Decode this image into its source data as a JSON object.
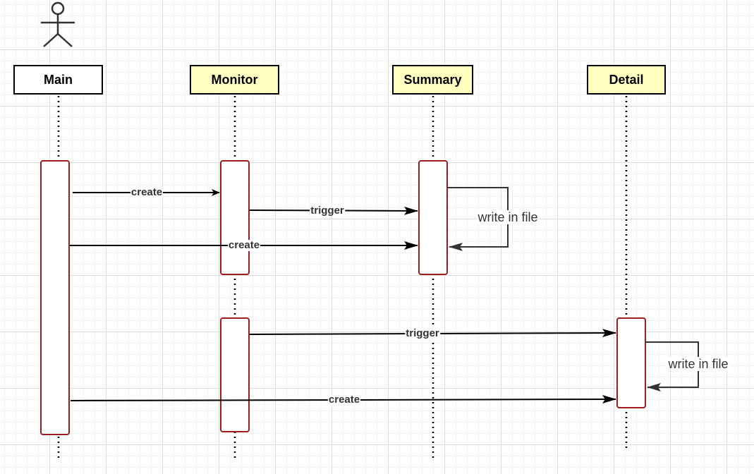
{
  "participants": {
    "main": {
      "label": "Main",
      "fill": "#ffffff"
    },
    "monitor": {
      "label": "Monitor",
      "fill": "#ffffc0"
    },
    "summary": {
      "label": "Summary",
      "fill": "#ffffc0"
    },
    "detail": {
      "label": "Detail",
      "fill": "#ffffc0"
    }
  },
  "actor": {
    "icon": "stick-figure-icon",
    "label": ""
  },
  "messages": [
    {
      "from": "Main",
      "to": "Monitor",
      "label": "create"
    },
    {
      "from": "Monitor",
      "to": "Summary",
      "label": "trigger"
    },
    {
      "from": "Main",
      "to": "Summary",
      "label": "create"
    },
    {
      "from": "Summary",
      "to": "Summary",
      "label": "write in file"
    },
    {
      "from": "Monitor",
      "to": "Detail",
      "label": "trigger"
    },
    {
      "from": "Detail",
      "to": "Detail",
      "label": "write in file"
    },
    {
      "from": "Main",
      "to": "Detail",
      "label": "create"
    }
  ],
  "colors": {
    "activation_border": "#a01d1d",
    "line": "#000000",
    "self_call": "#333333"
  }
}
